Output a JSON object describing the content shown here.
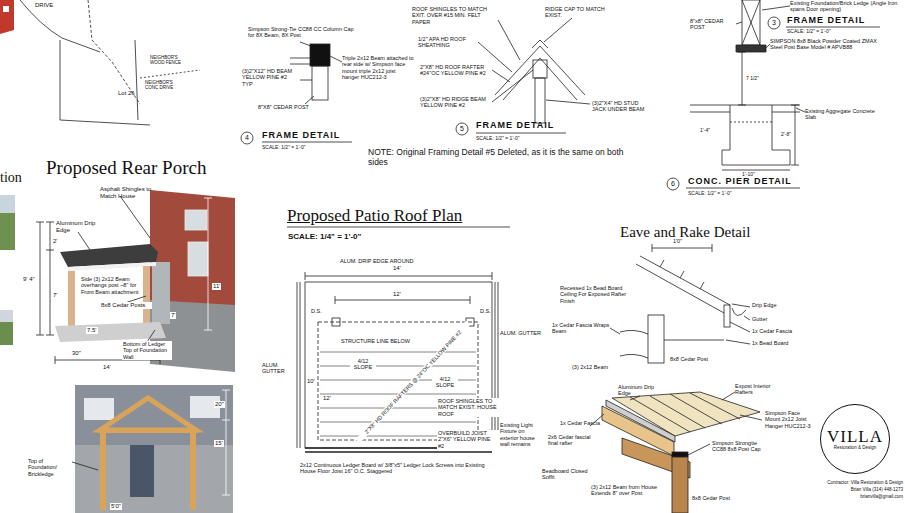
{
  "diagram": {
    "nodes": [
      {
        "text": [
          "VILLA",
          "Restoration & Design"
        ]
      }
    ],
    "edges": [],
    "labels": [
      "DRIVE",
      "Lot 26",
      "NEIGHBOR'S WOOD FENCE",
      "NEIGHBOR'S CONC DRIVE",
      "tion",
      "Proposed Rear Porch",
      "Asphalt Shingles to Match House",
      "Aluminum Drip Edge",
      "Side (3) 2x12 Beam overhangs post ~8\" for Front Beam attachment",
      "8x8 Cedar Posts",
      "Bottom of Ledger Top of Foundation Wall",
      "14'",
      "9' 4\"",
      "2'",
      "7'",
      "11'",
      "7'",
      "7.5'",
      "30\"",
      "20\"",
      "15'",
      "Top of Foundation/ Brickledge",
      "5'0\"",
      "Simpson Strong-Tie CC88 CC Column Cap for 8X Beam, 8X Post",
      "(3)2\"X12\" HD BEAM YELLOW PINE #2 TYP",
      "8\"X8\" CEDAR POST",
      "Triple 2x12 Beam attached to rear side w/ Simpson face mount triple 2x12 joist hanger HUC212-3",
      "4",
      "FRAME DETAIL",
      "SCALE: 1/2\" = 1'-0\"",
      "ROOF SHINGLES TO MATCH EXIT. OVER #15 MIN. FELT PAPER",
      "RIDGE CAP TO MATCH EXIST.",
      "1/2\" APA HD ROOF SHEATHING",
      "2\"X8\" HD ROOF RAFTER #24\"OC YELLOW PINE #2",
      "(3)2\"X8\" HD RIDGE BEAM YELLOW PINE #2",
      "(3)2\"X4\" HD STUD JACK UNDER BEAM",
      "5",
      "FRAME DETAIL",
      "SCALE: 1/2\" = 1'-0\"",
      "NOTE: Original Framing Detail #5 Deleted, as it is the same on both sides",
      "8\"x8\" CEDAR POST",
      "Existing Foundation/Brick Ledge (Angle Iron spans Door opening)",
      "3",
      "FRAME DETAIL",
      "SCALE: 1/2\" = 1'-0\"",
      "SIMPSON 8x8 Black Powder Coated ZMAX Steel Post Base Model # APVB88",
      "7 1/2\"",
      "Existing Aggregate Concrete Slab",
      "1'-4\"",
      "2'-8\"",
      "1'-10\"",
      "6",
      "CONC. PIER DETAIL",
      "SCALE: 1/2\" = 1'-0\"",
      "Proposed Patio Roof Plan",
      "SCALE: 1/4\" = 1'-0\"",
      "ALUM. DRIP EDGE AROUND",
      "14'",
      "12'",
      "D.S.",
      "D.S.",
      "ALUM. GUTTER",
      "ALUM. GUTTER",
      "STRUCTURE LINE BELOW",
      "4/12 SLOPE",
      "4/12 SLOPE",
      "12'",
      "10'",
      "2\"X8\" HD ROOF RAFTERS @ 24\"OC YELLOW PINE #2",
      "ROOF SHINGLES TO MATCH EXIST. HOUSE ROOF",
      "Existing Light Fixture on exterior house wall remains",
      "OVERBUILD JOIST 2\"X6\" YELLOW PINE #2",
      "2x12 Continuous Ledger Board w/ 3/8\"x5\" Ledger Lock Screws into Existing House Floor Joist 16\" O.C. Staggered",
      "Eave and Rake Detail",
      "1'0\"",
      "Recessed 1x Bead Board Ceiling For Exposed Rafter Finish",
      "1x Cedar Fascia Wraps Beam",
      "Drip Edge",
      "Gutter",
      "1x Cedar Fascia",
      "1x Bead Board",
      "8x8 Cedar Post",
      "(3) 2x12 Beam",
      "Aluminum Drip Edge",
      "Expost Interior Rafters",
      "1x Cedar Fascia",
      "2x6 Cedar fascial final rafter",
      "Simpson Face Mount 2x12 Joist Hanger HUC212-3",
      "Simpson Strongtie CC88 8x8 Post Cap",
      "Beadboard Closed Soffit",
      "(3) 2x12 Beam from House Extends 8\" over Post",
      "8x8 Cedar Post",
      "Contractor: Villa Restoration & Design",
      "Brian Villa (314) 448-1273",
      "brianvilla@gmail.com"
    ]
  }
}
